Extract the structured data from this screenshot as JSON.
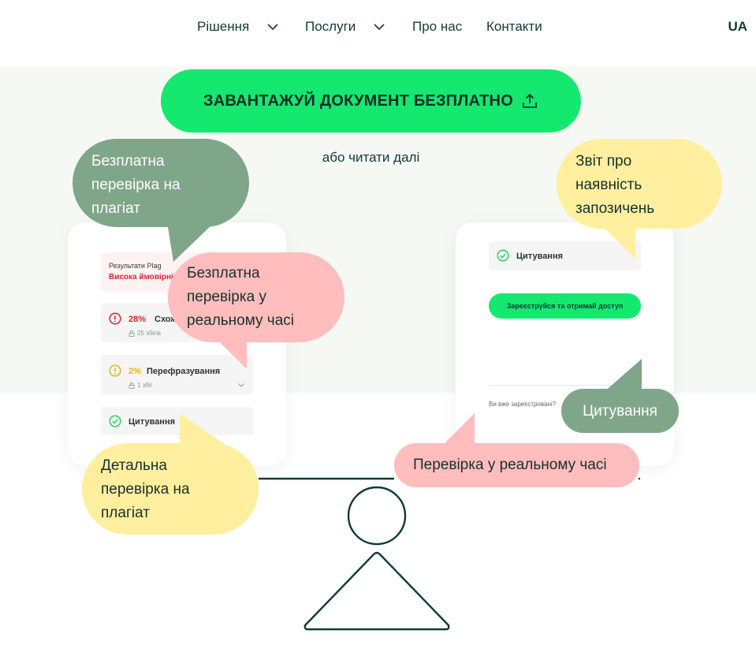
{
  "nav": {
    "items": [
      {
        "label": "Рішення",
        "has_dropdown": true
      },
      {
        "label": "Послуги",
        "has_dropdown": true
      },
      {
        "label": "Про нас",
        "has_dropdown": false
      },
      {
        "label": "Контакти",
        "has_dropdown": false
      }
    ],
    "language": "UA"
  },
  "hero": {
    "cta_label": "ЗАВАНТАЖУЙ ДОКУМЕНТ БЕЗПЛАТНО",
    "cta_icon": "upload-icon",
    "read_more": "або читати далі"
  },
  "left_card": {
    "result_title": "Результати Plag",
    "result_status": "Висока ймовірні",
    "similarity": {
      "percent": "28%",
      "label": "Схож",
      "matches": "25 збігів"
    },
    "paraphrase": {
      "percent": "2%",
      "label": "Перефразування",
      "matches": "1 збіг"
    },
    "citation": {
      "label": "Цитування"
    }
  },
  "right_card": {
    "citation": {
      "label": "Цитування"
    },
    "register_button": "Зареєструйся та отримай доступ",
    "login_prompt": "Ви вже зареєстровані?"
  },
  "bubbles": {
    "free_check": [
      "Безплатна",
      "перевірка на",
      "плагіат"
    ],
    "realtime_free": [
      "Безплатна",
      "перевірка у",
      "реальному часі"
    ],
    "report": [
      "Звіт про",
      "наявність",
      "запозичень"
    ],
    "detailed": [
      "Детальна",
      "перевірка на",
      "плагіат"
    ],
    "realtime": [
      "Перевірка у реальному часі"
    ],
    "citation": [
      "Цитування"
    ]
  },
  "colors": {
    "accent_green": "#15e86f",
    "bubble_green": "#80a68a",
    "bubble_pink": "#ffbdbd",
    "bubble_yellow": "#ffef9e",
    "danger_red": "#e02431",
    "warning_yellow": "#e6b422",
    "ok_green": "#2bcf6b",
    "dark_ink": "#123a37"
  }
}
